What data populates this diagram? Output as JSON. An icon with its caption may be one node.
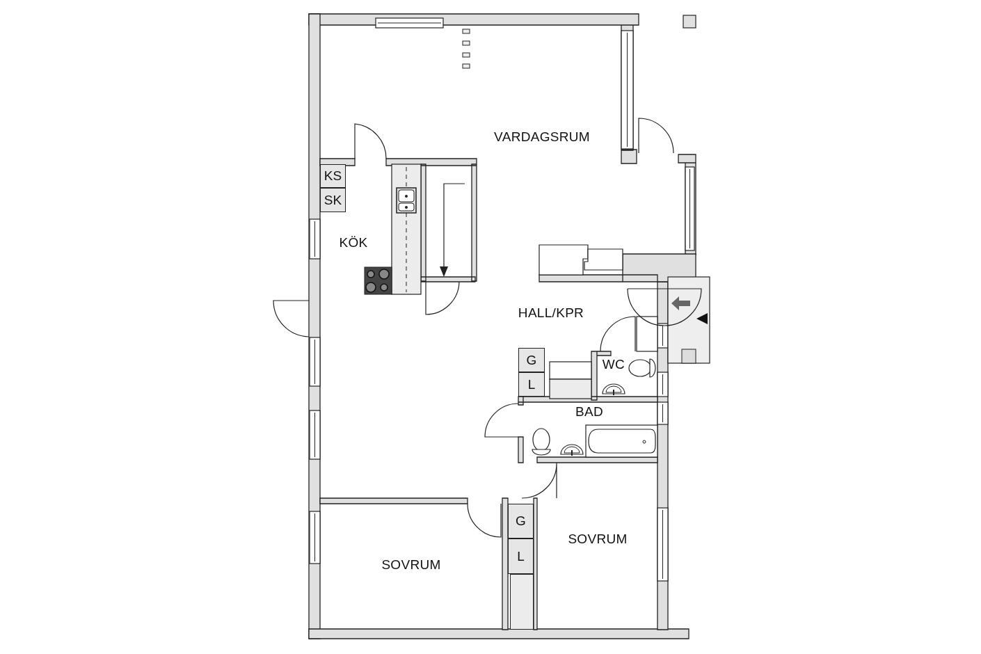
{
  "diagram": {
    "nodes": [
      {
        "text": [
          "KS"
        ]
      },
      {
        "text": [
          "SK"
        ]
      },
      {
        "text": [
          "G"
        ]
      },
      {
        "text": [
          "L"
        ]
      },
      {
        "text": [
          "G"
        ]
      },
      {
        "text": [
          "L"
        ]
      },
      {
        "text": [],
        "shape": "box"
      }
    ],
    "labels": [
      "VARDAGSRUM",
      "KÖK",
      "HALL/KPR",
      "WC",
      "BAD",
      "SOVRUM",
      "SOVRUM"
    ]
  }
}
